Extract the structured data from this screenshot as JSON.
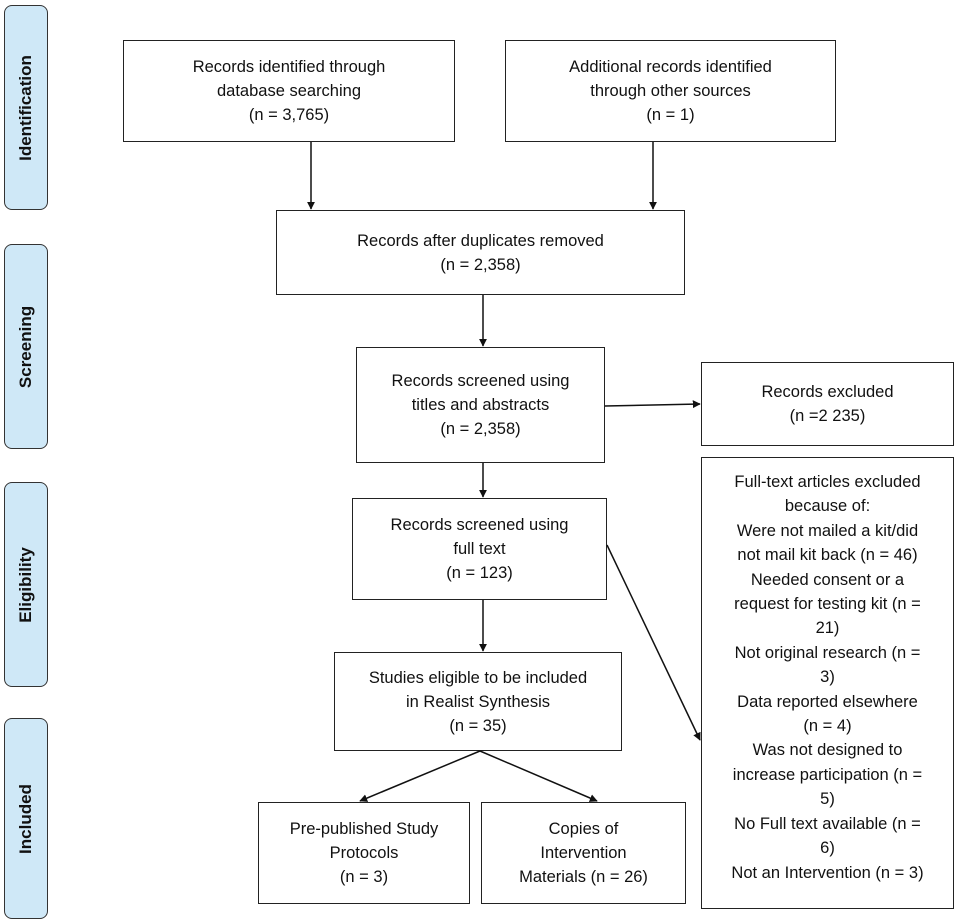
{
  "stages": {
    "identification": "Identification",
    "screening": "Screening",
    "eligibility": "Eligibility",
    "included": "Included"
  },
  "boxes": {
    "database_search": [
      "Records identified through",
      "database searching",
      "(n = 3,765)"
    ],
    "other_sources": [
      "Additional records identified",
      "through other sources",
      "(n =  1)"
    ],
    "duplicates_removed": [
      "Records after duplicates removed",
      "(n =  2,358)"
    ],
    "screened_titles": [
      "Records screened using",
      "titles and abstracts",
      "(n =  2,358)"
    ],
    "records_excluded": [
      "Records excluded",
      "(n =2 235)"
    ],
    "screened_full_text": [
      "Records screened using",
      "full text",
      "(n = 123)"
    ],
    "eligible_studies": [
      "Studies eligible to be included",
      "in Realist Synthesis",
      "(n = 35)"
    ],
    "protocols": [
      "Pre-published Study",
      "Protocols",
      "(n = 3)"
    ],
    "intervention_materials": [
      "Copies of",
      "Intervention",
      "Materials (n = 26)"
    ],
    "fulltext_excluded": [
      "Full-text articles excluded",
      "because of:",
      "Were not mailed a kit/did",
      "not mail kit back (n = 46)",
      "Needed consent or a",
      "request for testing kit (n =",
      "21)",
      "Not original research (n =",
      "3)",
      "Data reported elsewhere",
      "(n = 4)",
      "Was not designed to",
      "increase participation (n =",
      "5)",
      "No Full text available (n =",
      "6)",
      "Not an Intervention (n = 3)"
    ]
  }
}
